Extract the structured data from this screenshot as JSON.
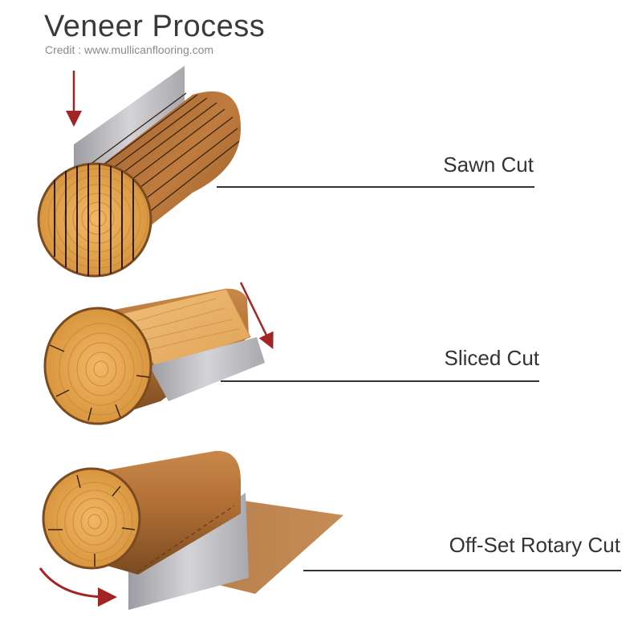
{
  "title": "Veneer Process",
  "credit": "Credit : www.mullicanflooring.com",
  "cuts": [
    {
      "label": "Sawn Cut"
    },
    {
      "label": "Sliced Cut"
    },
    {
      "label": "Off-Set Rotary Cut"
    }
  ],
  "colors": {
    "wood_dark": "#8a5424",
    "wood_mid": "#b5743a",
    "wood_light": "#d9a05e",
    "end_grain": "#e0a04a",
    "blade": "#b8b8bc",
    "arrow": "#a32424",
    "rule": "#333333"
  }
}
